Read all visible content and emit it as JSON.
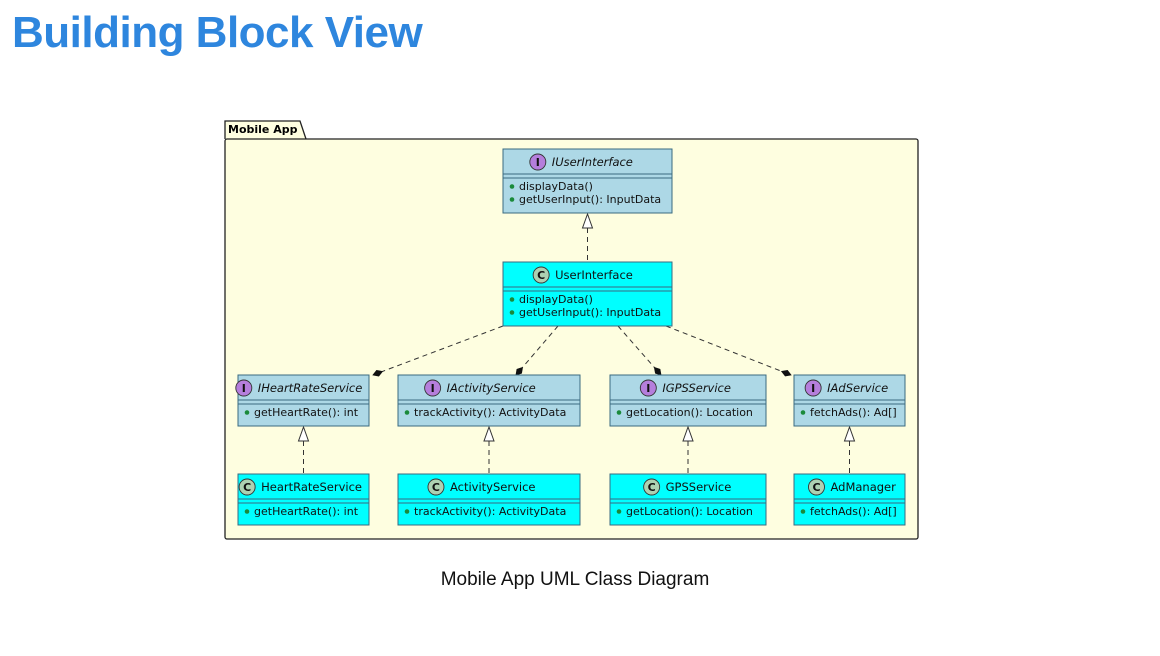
{
  "slide": {
    "title": "Building Block View",
    "caption": "Mobile App UML Class Diagram"
  },
  "package": {
    "name": "Mobile App"
  },
  "colors": {
    "title": "#2e86de",
    "package_fill": "#fefee0",
    "interface_fill": "#add8e6",
    "class_fill": "#00ffff",
    "badge_interface": "#b57edc",
    "badge_class": "#add1b2"
  },
  "classes": [
    {
      "id": "IUserInterface",
      "kind": "interface",
      "name": "IUserInterface",
      "methods": [
        "displayData()",
        "getUserInput(): InputData"
      ]
    },
    {
      "id": "UserInterface",
      "kind": "class",
      "name": "UserInterface",
      "methods": [
        "displayData()",
        "getUserInput(): InputData"
      ]
    },
    {
      "id": "IHeartRateService",
      "kind": "interface",
      "name": "IHeartRateService",
      "methods": [
        "getHeartRate(): int"
      ]
    },
    {
      "id": "IActivityService",
      "kind": "interface",
      "name": "IActivityService",
      "methods": [
        "trackActivity(): ActivityData"
      ]
    },
    {
      "id": "IGPSService",
      "kind": "interface",
      "name": "IGPSService",
      "methods": [
        "getLocation(): Location"
      ]
    },
    {
      "id": "IAdService",
      "kind": "interface",
      "name": "IAdService",
      "methods": [
        "fetchAds(): Ad[]"
      ]
    },
    {
      "id": "HeartRateService",
      "kind": "class",
      "name": "HeartRateService",
      "methods": [
        "getHeartRate(): int"
      ]
    },
    {
      "id": "ActivityService",
      "kind": "class",
      "name": "ActivityService",
      "methods": [
        "trackActivity(): ActivityData"
      ]
    },
    {
      "id": "GPSService",
      "kind": "class",
      "name": "GPSService",
      "methods": [
        "getLocation(): Location"
      ]
    },
    {
      "id": "AdManager",
      "kind": "class",
      "name": "AdManager",
      "methods": [
        "fetchAds(): Ad[]"
      ]
    }
  ],
  "relations": [
    {
      "type": "realization",
      "from": "UserInterface",
      "to": "IUserInterface"
    },
    {
      "type": "composition",
      "from": "UserInterface",
      "to": "IHeartRateService"
    },
    {
      "type": "composition",
      "from": "UserInterface",
      "to": "IActivityService"
    },
    {
      "type": "composition",
      "from": "UserInterface",
      "to": "IGPSService"
    },
    {
      "type": "composition",
      "from": "UserInterface",
      "to": "IAdService"
    },
    {
      "type": "realization",
      "from": "HeartRateService",
      "to": "IHeartRateService"
    },
    {
      "type": "realization",
      "from": "ActivityService",
      "to": "IActivityService"
    },
    {
      "type": "realization",
      "from": "GPSService",
      "to": "IGPSService"
    },
    {
      "type": "realization",
      "from": "AdManager",
      "to": "IAdService"
    }
  ]
}
